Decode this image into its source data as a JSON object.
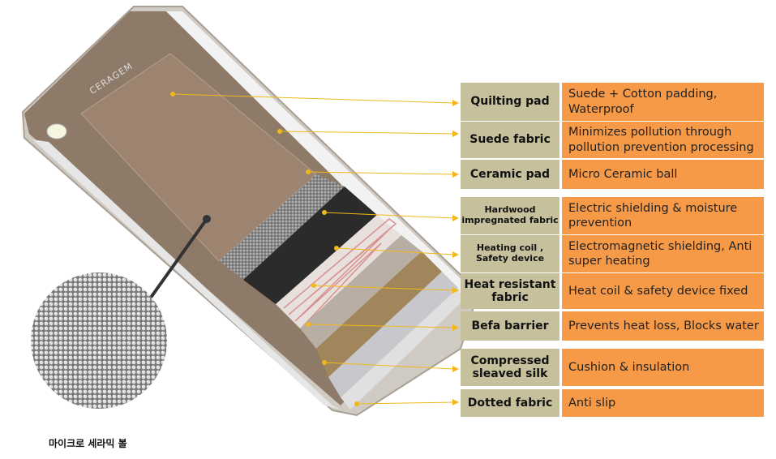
{
  "brand_logo": "CERAGEM",
  "caption": "마이크로 세라믹 볼",
  "colors": {
    "label_bg": "#c6c09d",
    "desc_bg": "#f69a48",
    "arrow": "#f2b81a"
  },
  "layers": [
    {
      "name": "Quilting pad",
      "desc": "Suede + Cotton padding, Waterproof"
    },
    {
      "name": "Suede fabric",
      "desc": "Minimizes pollution through pollution prevention processing"
    },
    {
      "name": "Ceramic pad",
      "desc": "Micro Ceramic ball"
    },
    {
      "name": "Hardwood impregnated fabric",
      "desc": "Electric shielding & moisture prevention"
    },
    {
      "name": "Heating coil , Safety device",
      "desc": "Electromagnetic shielding, Anti super heating"
    },
    {
      "name": "Heat resistant fabric",
      "desc": "Heat coil & safety device fixed"
    },
    {
      "name": "Befa barrier",
      "desc": "Prevents heat loss, Blocks water"
    },
    {
      "name": "Compressed sleaved silk",
      "desc": "Cushion & insulation"
    },
    {
      "name": "Dotted fabric",
      "desc": "Anti slip"
    }
  ]
}
